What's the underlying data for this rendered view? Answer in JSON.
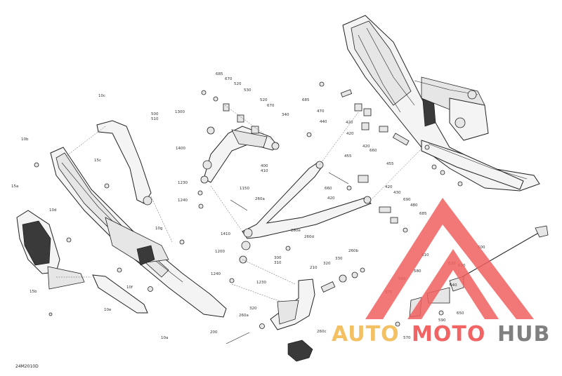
{
  "diagram_code": "24M2010D",
  "watermark": {
    "part1": "AUTO",
    "part2": "MOTO",
    "part3": "HUB",
    "color_auto": "#f3b64a",
    "color_moto": "#f04a4a",
    "color_hub": "#6b6b6b",
    "triangle_color": "#f06060"
  },
  "callouts": [
    {
      "id": "c685a",
      "text": "685"
    },
    {
      "id": "c670a",
      "text": "670"
    },
    {
      "id": "c520a",
      "text": "520"
    },
    {
      "id": "c530",
      "text": "530"
    },
    {
      "id": "c520b",
      "text": "520"
    },
    {
      "id": "c670b",
      "text": "670"
    },
    {
      "id": "c340",
      "text": "340"
    },
    {
      "id": "c1300",
      "text": "1300"
    },
    {
      "id": "c500",
      "text": "500"
    },
    {
      "id": "c510",
      "text": "510"
    },
    {
      "id": "c1400",
      "text": "1400"
    },
    {
      "id": "c1230a",
      "text": "1230"
    },
    {
      "id": "c1240a",
      "text": "1240"
    },
    {
      "id": "c1150",
      "text": "1150"
    },
    {
      "id": "c260a",
      "text": "260a"
    },
    {
      "id": "c400",
      "text": "400"
    },
    {
      "id": "c410",
      "text": "410"
    },
    {
      "id": "c1410",
      "text": "1410"
    },
    {
      "id": "c260e",
      "text": "260e"
    },
    {
      "id": "c260d",
      "text": "260d"
    },
    {
      "id": "c1200",
      "text": "1200"
    },
    {
      "id": "c1240b",
      "text": "1240"
    },
    {
      "id": "c1230b",
      "text": "1230"
    },
    {
      "id": "c300",
      "text": "300"
    },
    {
      "id": "c310",
      "text": "310"
    },
    {
      "id": "c210",
      "text": "210"
    },
    {
      "id": "c320a",
      "text": "320"
    },
    {
      "id": "c330",
      "text": "330"
    },
    {
      "id": "c260b",
      "text": "260b"
    },
    {
      "id": "c320b",
      "text": "320"
    },
    {
      "id": "c260a2",
      "text": "260a"
    },
    {
      "id": "c200",
      "text": "200"
    },
    {
      "id": "c260c",
      "text": "260c"
    },
    {
      "id": "c685b",
      "text": "685"
    },
    {
      "id": "c470",
      "text": "470"
    },
    {
      "id": "c440",
      "text": "440"
    },
    {
      "id": "c420a",
      "text": "420"
    },
    {
      "id": "c420b",
      "text": "420"
    },
    {
      "id": "c420c",
      "text": "420"
    },
    {
      "id": "c660",
      "text": "660"
    },
    {
      "id": "c455a",
      "text": "455"
    },
    {
      "id": "c455b",
      "text": "455"
    },
    {
      "id": "c660b",
      "text": "660"
    },
    {
      "id": "c420d",
      "text": "420"
    },
    {
      "id": "c430",
      "text": "430"
    },
    {
      "id": "c420e",
      "text": "420"
    },
    {
      "id": "c690",
      "text": "690"
    },
    {
      "id": "c480",
      "text": "480"
    },
    {
      "id": "c685c",
      "text": "685"
    },
    {
      "id": "c10c",
      "text": "10c"
    },
    {
      "id": "c10b",
      "text": "10b"
    },
    {
      "id": "c15c",
      "text": "15c"
    },
    {
      "id": "c15a",
      "text": "15a"
    },
    {
      "id": "c10d",
      "text": "10d"
    },
    {
      "id": "c10g",
      "text": "10g"
    },
    {
      "id": "c10f",
      "text": "10f"
    },
    {
      "id": "c15b",
      "text": "15b"
    },
    {
      "id": "c10e",
      "text": "10e"
    },
    {
      "id": "c10a",
      "text": "10a"
    },
    {
      "id": "c600",
      "text": "600"
    },
    {
      "id": "c610",
      "text": "610"
    },
    {
      "id": "c620",
      "text": "620"
    },
    {
      "id": "c630",
      "text": "630"
    },
    {
      "id": "c640",
      "text": "640"
    },
    {
      "id": "c650",
      "text": "650"
    },
    {
      "id": "c560",
      "text": "560"
    },
    {
      "id": "c570",
      "text": "570"
    },
    {
      "id": "c580",
      "text": "580"
    },
    {
      "id": "c590",
      "text": "590"
    },
    {
      "id": "c570b",
      "text": "570"
    }
  ]
}
